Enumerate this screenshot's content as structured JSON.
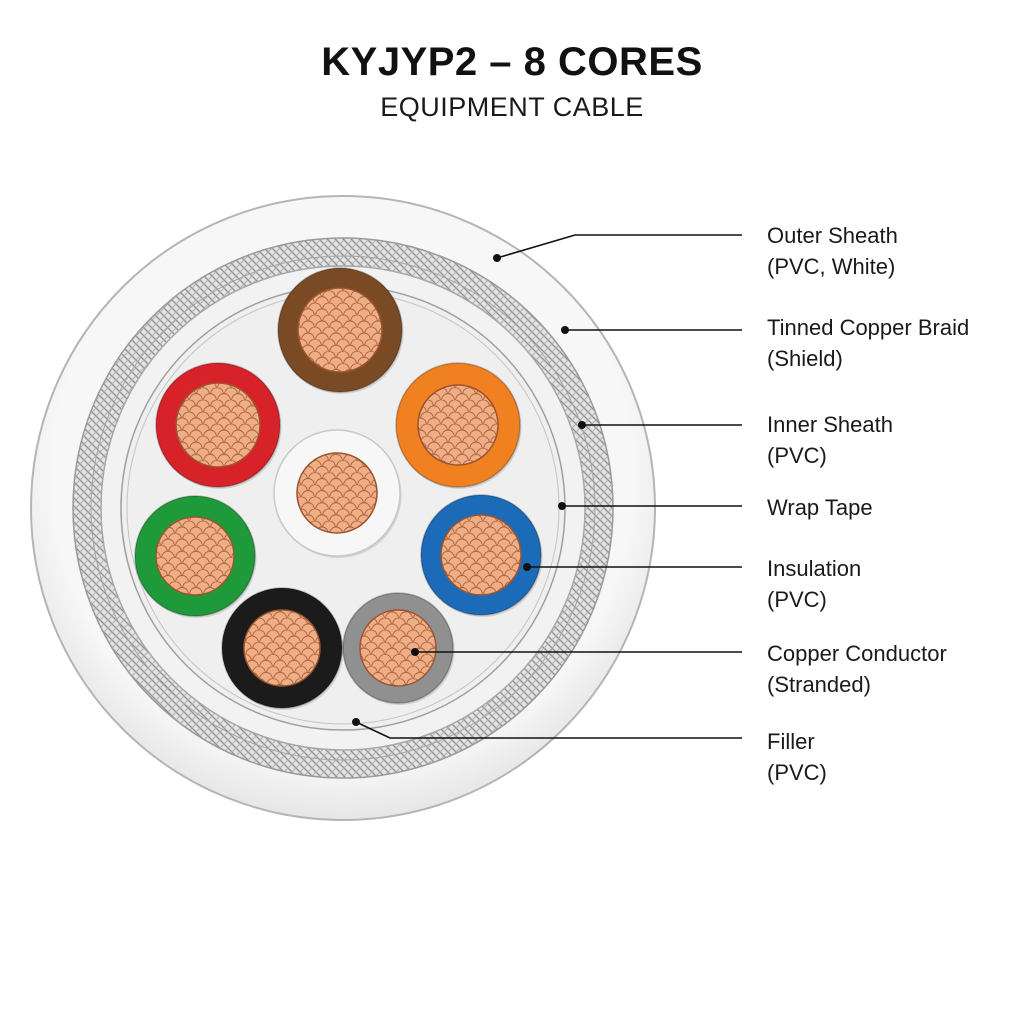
{
  "header": {
    "title": "KYJYP2 – 8 CORES",
    "subtitle": "EQUIPMENT CABLE"
  },
  "cable": {
    "sheath_color": "#f4f4f4",
    "braid_color": "#9a9a9a",
    "cores": [
      {
        "color_name": "brown",
        "color": "#7a4a25"
      },
      {
        "color_name": "orange",
        "color": "#f08020"
      },
      {
        "color_name": "blue",
        "color": "#1c6bb8"
      },
      {
        "color_name": "grey",
        "color": "#909090"
      },
      {
        "color_name": "black",
        "color": "#1b1b1b"
      },
      {
        "color_name": "green",
        "color": "#1f9a3a"
      },
      {
        "color_name": "red",
        "color": "#d7222a"
      },
      {
        "color_name": "white",
        "color": "#f7f7f7"
      }
    ],
    "conductor_color": "#e6a077"
  },
  "labels": [
    {
      "line1": "Outer Sheath",
      "line2": "(PVC, White)"
    },
    {
      "line1": "Tinned Copper Braid",
      "line2": "(Shield)"
    },
    {
      "line1": "Inner Sheath",
      "line2": "(PVC)"
    },
    {
      "line1": "Wrap Tape",
      "line2": ""
    },
    {
      "line1": "Insulation",
      "line2": "(PVC)"
    },
    {
      "line1": "Copper Conductor",
      "line2": "(Stranded)"
    },
    {
      "line1": "Filler",
      "line2": "(PVC)"
    }
  ]
}
